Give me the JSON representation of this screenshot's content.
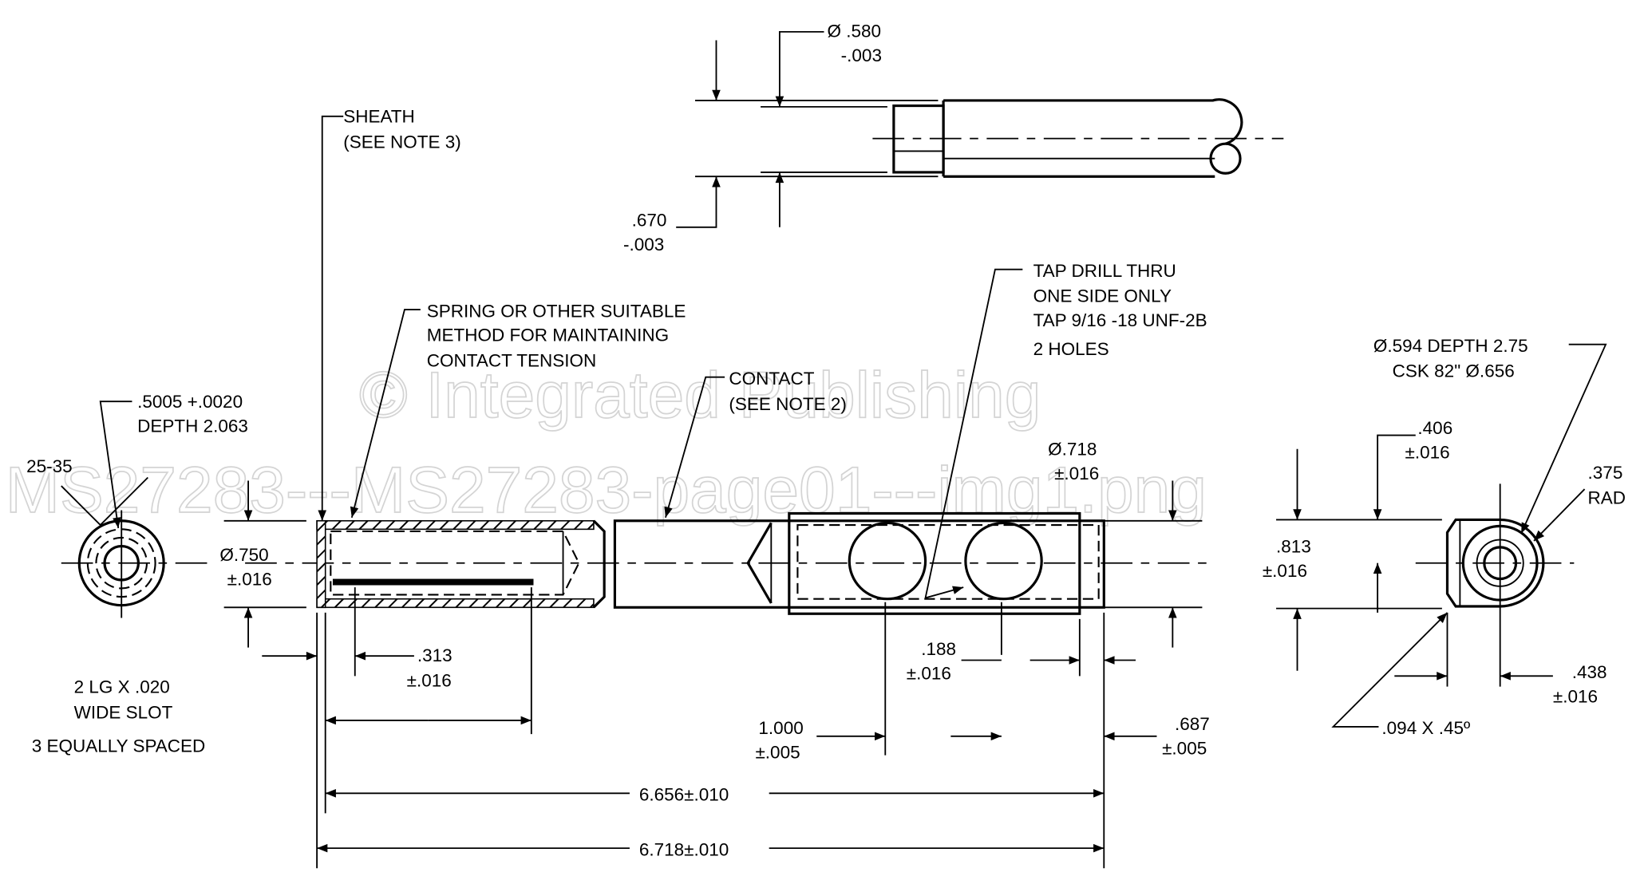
{
  "watermark": {
    "line1": "© Integrated Publishing",
    "line2": "MS27283---MS27283-page01---img1.png"
  },
  "top_view": {
    "dia_580": "Ø .580",
    "tol_580": "-.003",
    "dim_670": ".670",
    "tol_670": "-.003"
  },
  "callouts": {
    "sheath": [
      "SHEATH",
      "(SEE NOTE 3)"
    ],
    "spring": [
      "SPRING OR OTHER SUITABLE",
      "METHOD FOR MAINTAINING",
      "CONTACT TENSION"
    ],
    "contact": [
      "CONTACT",
      "(SEE NOTE 2)"
    ],
    "tap": [
      "TAP DRILL THRU",
      "ONE SIDE ONLY",
      "TAP 9/16 -18 UNF-2B",
      "2 HOLES"
    ],
    "bore_right": [
      "Ø.594 DEPTH 2.75",
      "CSK 82\" Ø.656"
    ],
    "bore_left": [
      ".5005 +.0020",
      "DEPTH 2.063"
    ],
    "angle": "25-35",
    "slot": [
      "2 LG X .020",
      "WIDE SLOT",
      "3 EQUALLY SPACED"
    ]
  },
  "dims": {
    "d750": "Ø.750",
    "t750": "±.016",
    "d313": ".313",
    "t313": "±.016",
    "d718": "Ø.718",
    "t718": "±.016",
    "d188": ".188",
    "t188": "±.016",
    "d1000": "1.000",
    "t1000": "±.005",
    "d687": ".687",
    "t687": "±.005",
    "d6656": "6.656±.010",
    "d6718": "6.718±.010",
    "d813": ".813",
    "t813": "±.016",
    "d406": ".406",
    "t406": "±.016",
    "d375": ".375",
    "t375": "RAD",
    "d438": ".438",
    "t438": "±.016",
    "chamfer": ".094 X .45º"
  }
}
